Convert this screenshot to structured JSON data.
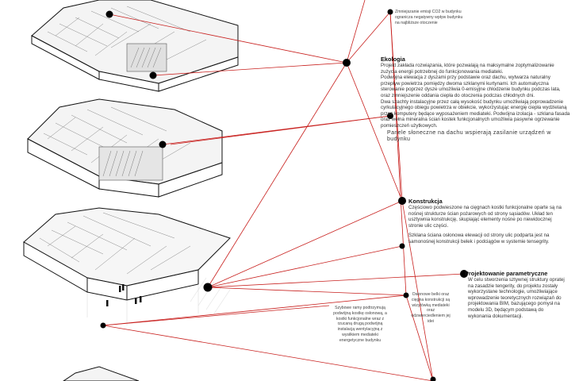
{
  "co2_note": "Zmniejszanie emisji CO2 w budynku ogranicza negatywny wpływ budynku na najbliższe otoczenie",
  "ekologia": {
    "title": "Ekologia",
    "p1": "Projekt zakłada rozwiązania, które pozwalają na maksymalne zoptymalizowanie zużycia energii potrzebnej do funkcjonowania mediateki.",
    "p2": "Podwójna elewacja z dyszami przy podstawie oraz dachu, wytwarza naturalny przepływ powietrza pomiędzy dwoma szklanymi kurtynami. Ich automatyczna sterowanie poprzez dysze umożliwia 0-emisyjne chłodzenie budynku podczas lata, oraz zmniejszenie oddania ciepła do otoczenia podczas chłodnych dni.",
    "p3": "Dwa szachty instalacyjne przez całą wysokość budynku umożliwiają poprowadzenie cyrkulacyjnego obiegu powietrza w obiekcie, wykorzystując energię ciepła wydzielaną przez komputery będące wyposażeniem mediateki. Podwójna izolacja - szklana fasada oraz wełna mineralna ścian kostek funkcjonalnych umożliwia pasywne ogrzewanie pomieszczeń użytkowych.",
    "panele": "Panele słoneczne na dachu wspierają zasilanie urządzeń w budynku"
  },
  "konstrukcja": {
    "title": "Konstrukcja",
    "p1": "Częściowo podwieszone na cięgnach kostki funkcjonalne oparte są na nośnej strukturze ścian pożarowych od strony sąsiadów. Układ ten usztywnia konstrukcję, skupiając elementy nośne po niewidocznej stronie ulic części.",
    "p2": "Szklana ściana osłonowa elewacji od strony ulic podparta jest na samonośnej konstrukcji belek i podciągów w systemie tensegrity."
  },
  "parametryczne": {
    "title": "Projektowanie parametryczne",
    "p1": "W celu stworzenia sztywnej struktury opratej na zasadzie tengerity, do projektu zostały wykorzystane technologie, umożliwiające wprowadzenie teoretycznych rozwiązań do projektowania BIM, bazującego pomysł na modelu 3D, będącym podstawą do wykonania dokumentacji."
  },
  "oslonowe_note": "Osłonowe belki oraz cięgna konstrukcji są wizytówką mediateki oraz odzwierciedleniem jej idei",
  "szyb_note": "Szybowe ramy podtrzymują podwójną kostkę osłonową, a kostki funkcjonalne wraz z rzucaną drugą podwójną instalacją wentylacyjną z wysiłkiem mediateki energetyczne budynku",
  "colors": {
    "line": "#c8201e",
    "node": "#000000",
    "hatch": "#d5d5d5"
  }
}
